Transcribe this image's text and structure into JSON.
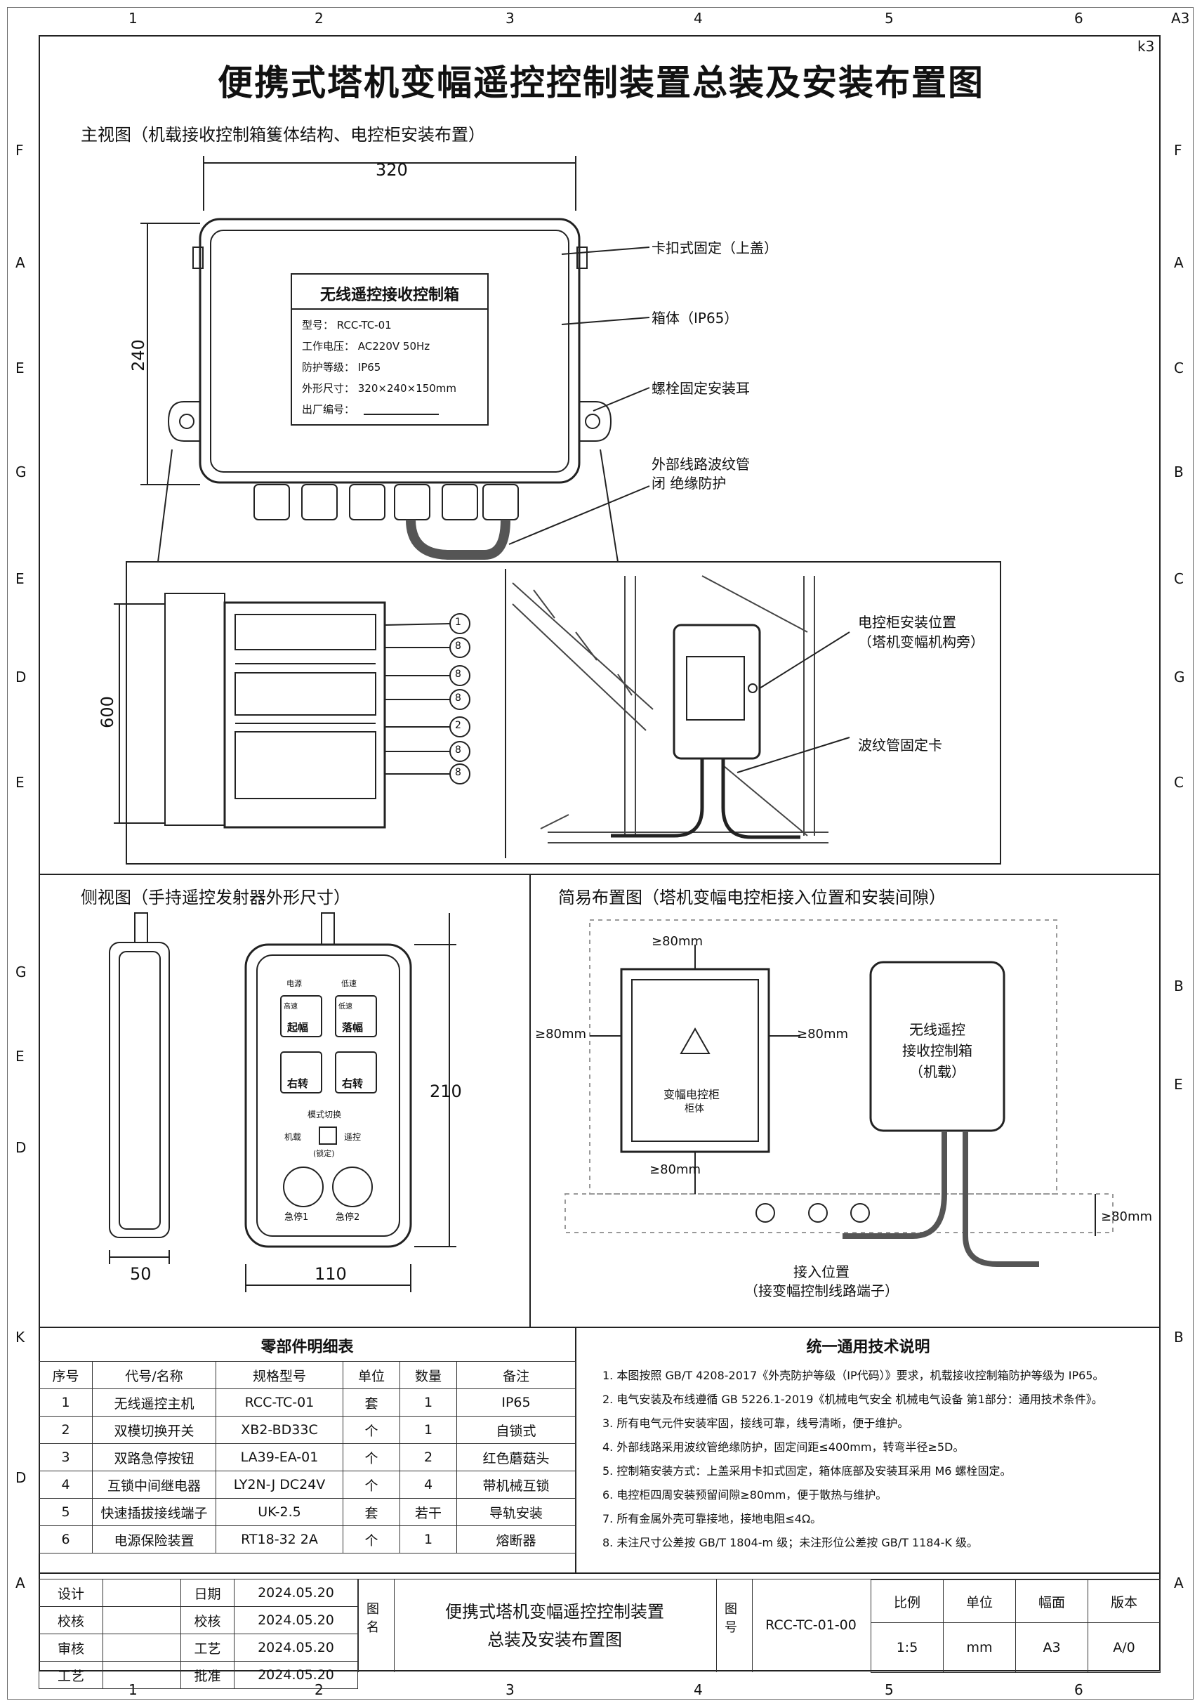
{
  "title": "便携式塔机变幅遥控控制装置总装及安装布置图",
  "grid": {
    "cols": [
      "1",
      "2",
      "3",
      "4",
      "5",
      "6"
    ],
    "sheet": "A3",
    "rows_left": [
      "F",
      "A",
      "E",
      "G",
      "E",
      "D",
      "E",
      "G",
      "E",
      "D",
      "K",
      "D",
      "A"
    ],
    "rows_right": [
      "F",
      "A",
      "C",
      "B",
      "C",
      "G",
      "C",
      "B",
      "E",
      "B",
      "A"
    ],
    "corner_mark": "k3"
  },
  "main_view": {
    "heading": "主视图（机载接收控制箱篗体结构、电控柜安装布置）",
    "dim_width": "320",
    "dim_height": "240",
    "nameplate": {
      "title": "无线遥控接收控制箱",
      "rows": [
        "型号：  RCC-TC-01",
        "工作电压：  AC220V   50Hz",
        "防护等级：  IP65",
        "外形尺寸：  320×240×150mm",
        "出厂编号："
      ]
    },
    "callouts": [
      "卡扣式固定（上盖）",
      "箱体（IP65）",
      "螺栓固定安装耳",
      "外部线路波纹管",
      "闭  绝缘防护"
    ]
  },
  "detail_view": {
    "dim_height": "600",
    "balloons": [
      "1",
      "8",
      "8",
      "8",
      "2",
      "8",
      "8"
    ],
    "callouts": [
      "电控柜安装位置",
      "（塔机变幅机构旁）",
      "波纹管固定卡"
    ]
  },
  "side_view": {
    "heading": "侧视图（手持遥控发射器外形尺寸）",
    "dim_height": "210",
    "dim_depth": "50",
    "dim_width": "110",
    "buttons": [
      {
        "top": "高速",
        "label": "起幅"
      },
      {
        "top": "低速",
        "label": "落幅"
      },
      {
        "top": "",
        "label": "右转"
      },
      {
        "top": "",
        "label": "右转"
      }
    ],
    "button_captions": [
      "电源",
      "低速"
    ],
    "switch": {
      "title": "模式切换",
      "left": "机载",
      "right": "遥控",
      "bottom": "(锁定)"
    },
    "estops": [
      "急停1",
      "急停2"
    ]
  },
  "layout_view": {
    "heading": "简易布置图（塔机变幅电控柜接入位置和安装间隙）",
    "clearances": [
      "≥80mm",
      "≥80mm",
      "≥80mm",
      "≥80mm",
      "≥80mm"
    ],
    "cabinet_label": "变幅电控柜",
    "cabinet_sub": "柜体",
    "box_label": [
      "无线遥控",
      "接收控制箱",
      "（机载）"
    ],
    "access": [
      "接入位置",
      "（接变幅控制线路端子）"
    ]
  },
  "parts_table": {
    "title": "零部件明细表",
    "headers": [
      "序号",
      "代号/名称",
      "规格型号",
      "单位",
      "数量",
      "备注"
    ],
    "rows": [
      [
        "1",
        "无线遥控主机",
        "RCC-TC-01",
        "套",
        "1",
        "IP65"
      ],
      [
        "2",
        "双模切换开关",
        "XB2-BD33C",
        "个",
        "1",
        "自锁式"
      ],
      [
        "3",
        "双路急停按钮",
        "LA39-EA-01",
        "个",
        "2",
        "红色蘑菇头"
      ],
      [
        "4",
        "互锁中间继电器",
        "LY2N-J DC24V",
        "个",
        "4",
        "带机械互锁"
      ],
      [
        "5",
        "快速插拔接线端子",
        "UK-2.5",
        "套",
        "若干",
        "导轨安装"
      ],
      [
        "6",
        "电源保险装置",
        "RT18-32 2A",
        "个",
        "1",
        "熔断器"
      ]
    ]
  },
  "tech_notes": {
    "title": "统一通用技术说明",
    "items": [
      "1. 本图按照 GB/T 4208-2017《外壳防护等级（IP代码）》要求，机载接收控制箱防护等级为 IP65。",
      "2. 电气安装及布线遵循 GB 5226.1-2019《机械电气安全  机械电气设备  第1部分：通用技术条件》。",
      "3. 所有电气元件安装牢固，接线可靠，线号清晰，便于维护。",
      "4. 外部线路采用波纹管绝缘防护，固定间距≤400mm，转弯半径≥5D。",
      "5. 控制箱安装方式：上盖采用卡扣式固定，箱体底部及安装耳采用 M6 螺栓固定。",
      "6. 电控柜四周安装预留间隙≥80mm，便于散热与维护。",
      "7. 所有金属外壳可靠接地，接地电阻≤4Ω。",
      "8. 未注尺寸公差按 GB/T 1804-m 级；未注形位公差按 GB/T 1184-K 级。"
    ]
  },
  "title_block": {
    "roles": [
      "设计",
      "校核",
      "审核",
      "工艺"
    ],
    "sign_labels": [
      "日期",
      "校核",
      "工艺",
      "批准"
    ],
    "dates": [
      "2024.05.20",
      "2024.05.20",
      "2024.05.20",
      "2024.05.20"
    ],
    "name_label": "图名",
    "drawing_name": [
      "便携式塔机变幅遥控控制装置",
      "总装及安装布置图"
    ],
    "number_label": "图号",
    "drawing_number": "RCC-TC-01-00",
    "headers": [
      "比例",
      "单位",
      "幅面",
      "版本"
    ],
    "values": [
      "1:5",
      "mm",
      "A3",
      "A/0"
    ]
  }
}
